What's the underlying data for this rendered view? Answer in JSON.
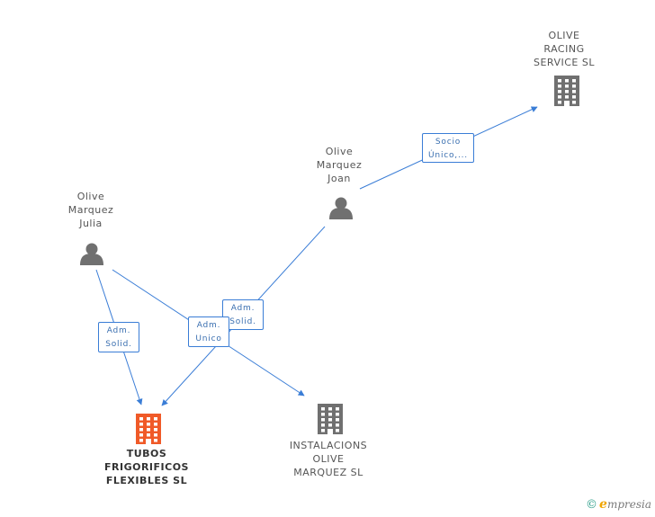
{
  "colors": {
    "edge": "#3a7dd6",
    "person": "#707070",
    "company": "#707070",
    "focus_company": "#f05a28"
  },
  "nodes": [
    {
      "id": "julia",
      "type": "person",
      "label": "Olive\nMarquez\nJulia",
      "icon": "person-icon"
    },
    {
      "id": "joan",
      "type": "person",
      "label": "Olive\nMarquez\nJoan",
      "icon": "person-icon"
    },
    {
      "id": "olive_racing",
      "type": "company",
      "label": "OLIVE\nRACING\nSERVICE  SL",
      "icon": "building-icon"
    },
    {
      "id": "tubos",
      "type": "company",
      "focus": true,
      "label": "TUBOS\nFRIGORIFICOS\nFLEXIBLES  SL",
      "icon": "building-icon"
    },
    {
      "id": "instalaciones",
      "type": "company",
      "label": "INSTALACIONS\nOLIVE\nMARQUEZ  SL",
      "icon": "building-icon"
    }
  ],
  "edges": [
    {
      "from": "joan",
      "to": "olive_racing",
      "label": "Socio\nÚnico,..."
    },
    {
      "from": "joan",
      "to": "tubos",
      "label": "Adm.\nSolid."
    },
    {
      "from": "julia",
      "to": "tubos",
      "label": "Adm.\nSolid."
    },
    {
      "from": "julia",
      "to": "instalaciones",
      "label": "Adm.\nUnico"
    }
  ],
  "brand": {
    "copyright": "©",
    "name_initial": "e",
    "name_rest": "mpresia"
  }
}
